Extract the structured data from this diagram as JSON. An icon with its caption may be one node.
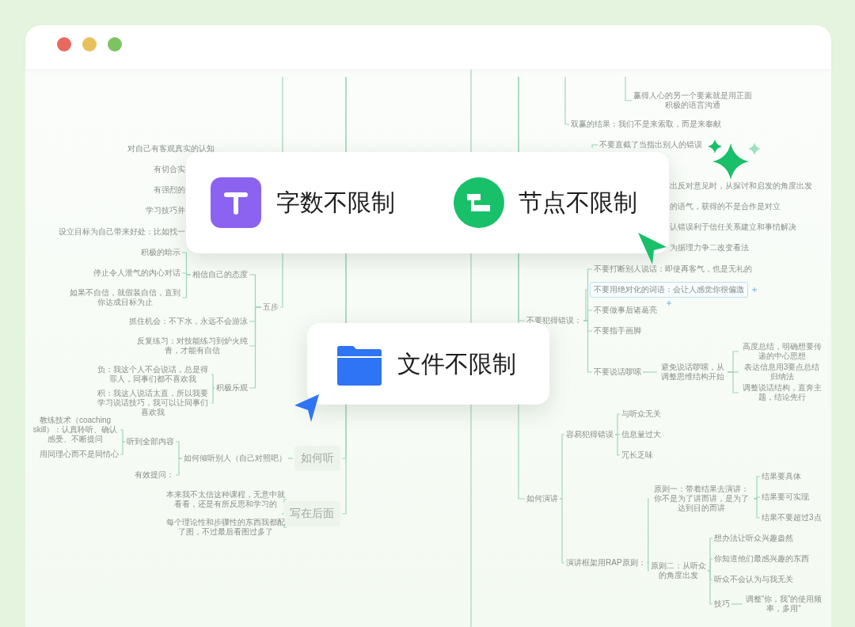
{
  "diagram": {
    "nodes": [
      {
        "text": [
          "字数不限制",
          "节点不限制"
        ]
      },
      {
        "text": [
          "文件不限制"
        ]
      },
      {
        "text": [
          "五步"
        ]
      },
      {
        "text": [
          "相信自己的态度"
        ]
      },
      {
        "text": [
          "积极的暗示"
        ]
      },
      {
        "text": [
          "停止令人泄气的内心对话"
        ]
      },
      {
        "text": [
          "如果不自信，就假装自信，直到你达成目标为止"
        ]
      },
      {
        "text": [
          "抓住机会：不下水，永远不会游泳"
        ]
      },
      {
        "text": [
          "反复练习：对技能练习到炉火纯青，才能有自信"
        ]
      },
      {
        "text": [
          "积极乐观"
        ]
      },
      {
        "text": [
          "负：我这个人不会说话，总是得罪人，同事们都不喜欢我"
        ]
      },
      {
        "text": [
          "积：我这人说话太直，所以我要学习说话技巧，我可以让同事们喜欢我"
        ]
      },
      {
        "text": [
          "如何听"
        ]
      },
      {
        "text": [
          "如何倾听别人（自己对照吧）"
        ]
      },
      {
        "text": [
          "听到全部内容"
        ]
      },
      {
        "text": [
          "教练技术（coaching skill）：认真聆听、确认感受、不断提问"
        ]
      },
      {
        "text": [
          "用同理心而不是同情心"
        ]
      },
      {
        "text": [
          "有效提问："
        ]
      },
      {
        "text": [
          "写在后面"
        ]
      },
      {
        "text": [
          "本来我不太信这种课程，无意中就看看，还是有所反思和学习的"
        ]
      },
      {
        "text": [
          "每个理论性和步骤性的东西我都配了图，不过最后看图过多了"
        ]
      },
      {
        "text": [
          "赢得人心的另一个要素就是用正面积极的语言沟通"
        ]
      },
      {
        "text": [
          "双赢的结果：我们不是来索取，而是来奉献"
        ]
      },
      {
        "text": [
          "不要直截了当指出别人的错误"
        ]
      },
      {
        "text": [
          "不要犯得错误："
        ]
      },
      {
        "text": [
          "不要打断别人说话：即使再客气，也是无礼的"
        ]
      },
      {
        "text": [
          "不要用绝对化的词语：会让人感觉你很偏激"
        ]
      },
      {
        "text": [
          "不要做事后诸葛亮"
        ]
      },
      {
        "text": [
          "不要指手画脚"
        ]
      },
      {
        "text": [
          "不要说话啰嗦"
        ]
      },
      {
        "text": [
          "避免说话啰嗦，从调整思维结构开始"
        ]
      },
      {
        "text": [
          "高度总结，明确想要传递的中心思想"
        ]
      },
      {
        "text": [
          "表达信息用3要点总结归纳法"
        ]
      },
      {
        "text": [
          "调整说话结构，直奔主题，结论先行"
        ]
      },
      {
        "text": [
          "如何演讲"
        ]
      },
      {
        "text": [
          "容易犯得错误"
        ]
      },
      {
        "text": [
          "与听众无关"
        ]
      },
      {
        "text": [
          "信息量过大"
        ]
      },
      {
        "text": [
          "冗长乏味"
        ]
      },
      {
        "text": [
          "演讲框架用RAP原则："
        ]
      },
      {
        "text": [
          "原则一：带着结果去演讲：你不是为了讲而讲，是为了达到目的而讲"
        ]
      },
      {
        "text": [
          "结果要具体"
        ]
      },
      {
        "text": [
          "结果要可实现"
        ]
      },
      {
        "text": [
          "结果不要超过3点"
        ]
      },
      {
        "text": [
          "原则二：从听众的角度出发"
        ]
      },
      {
        "text": [
          "想办法让听众兴趣盎然"
        ]
      },
      {
        "text": [
          "你知道他们最感兴趣的东西"
        ]
      },
      {
        "text": [
          "听众不会认为与我无关"
        ]
      },
      {
        "text": [
          "技巧"
        ]
      },
      {
        "text": [
          "调整“你，我”的使用频率，多用“"
        ]
      }
    ],
    "edges": [
      {
        "from": 2,
        "to": 3,
        "arrow": "none"
      },
      {
        "from": 2,
        "to": 7,
        "arrow": "none"
      },
      {
        "from": 2,
        "to": 8,
        "arrow": "none"
      },
      {
        "from": 2,
        "to": 9,
        "arrow": "none"
      },
      {
        "from": 3,
        "to": 4,
        "arrow": "none"
      },
      {
        "from": 3,
        "to": 5,
        "arrow": "none"
      },
      {
        "from": 3,
        "to": 6,
        "arrow": "none"
      },
      {
        "from": 9,
        "to": 10,
        "arrow": "none"
      },
      {
        "from": 9,
        "to": 11,
        "arrow": "none"
      },
      {
        "from": 12,
        "to": 13,
        "arrow": "none"
      },
      {
        "from": 13,
        "to": 14,
        "arrow": "none"
      },
      {
        "from": 13,
        "to": 17,
        "arrow": "none"
      },
      {
        "from": 14,
        "to": 15,
        "arrow": "none"
      },
      {
        "from": 14,
        "to": 16,
        "arrow": "none"
      },
      {
        "from": 18,
        "to": 19,
        "arrow": "none"
      },
      {
        "from": 18,
        "to": 20,
        "arrow": "none"
      },
      {
        "from": 24,
        "to": 25,
        "arrow": "none"
      },
      {
        "from": 24,
        "to": 26,
        "arrow": "none"
      },
      {
        "from": 24,
        "to": 27,
        "arrow": "none"
      },
      {
        "from": 24,
        "to": 28,
        "arrow": "none"
      },
      {
        "from": 24,
        "to": 29,
        "arrow": "none"
      },
      {
        "from": 29,
        "to": 30,
        "arrow": "none"
      },
      {
        "from": 30,
        "to": 31,
        "arrow": "none"
      },
      {
        "from": 30,
        "to": 32,
        "arrow": "none"
      },
      {
        "from": 30,
        "to": 33,
        "arrow": "none"
      },
      {
        "from": 34,
        "to": 35,
        "arrow": "none"
      },
      {
        "from": 34,
        "to": 39,
        "arrow": "none"
      },
      {
        "from": 35,
        "to": 36,
        "arrow": "none"
      },
      {
        "from": 35,
        "to": 37,
        "arrow": "none"
      },
      {
        "from": 35,
        "to": 38,
        "arrow": "none"
      },
      {
        "from": 39,
        "to": 40,
        "arrow": "none"
      },
      {
        "from": 39,
        "to": 44,
        "arrow": "none"
      },
      {
        "from": 40,
        "to": 41,
        "arrow": "none"
      },
      {
        "from": 40,
        "to": 42,
        "arrow": "none"
      },
      {
        "from": 40,
        "to": 43,
        "arrow": "none"
      },
      {
        "from": 44,
        "to": 45,
        "arrow": "none"
      },
      {
        "from": 44,
        "to": 46,
        "arrow": "none"
      },
      {
        "from": 44,
        "to": 47,
        "arrow": "none"
      },
      {
        "from": 44,
        "to": 48,
        "arrow": "none"
      },
      {
        "from": 48,
        "to": 49,
        "arrow": "none"
      },
      {
        "from": null,
        "to": 2,
        "arrow": "none"
      },
      {
        "from": null,
        "to": 12,
        "arrow": "none"
      },
      {
        "from": null,
        "to": 18,
        "arrow": "none"
      },
      {
        "from": null,
        "to": 21,
        "arrow": "none"
      },
      {
        "from": null,
        "to": 22,
        "arrow": "none"
      },
      {
        "from": null,
        "to": 24,
        "arrow": "none"
      },
      {
        "from": null,
        "to": 34,
        "arrow": "none"
      },
      {
        "from": 23,
        "to": null,
        "arrow": "none"
      }
    ],
    "labels": [
      "对自己有客观真实的认知",
      "有切合实",
      "有强烈的",
      "学习技巧并",
      "设立目标为自己带来好处：比如找一",
      "出反对意见时，从探讨和启发的角度出发",
      "的语气，获得的不是合作是对立",
      "认错误利于信任关系建立和事情解决",
      "为据理力争二改变看法"
    ]
  }
}
